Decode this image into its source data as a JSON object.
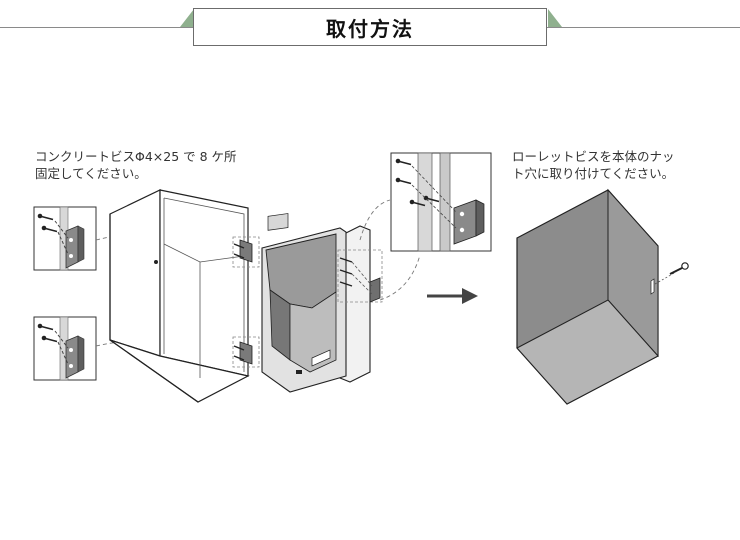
{
  "title": "取付方法",
  "instructions": {
    "left_line1": "コンクリートビスΦ4×25 で 8 ケ所",
    "left_line2": "固定してください。",
    "right_line1": "ローレットビスを本体のナッ",
    "right_line2": "ト穴に取り付けてください。"
  },
  "colors": {
    "accent": "#8fb08e",
    "box_gray": "#8c8c8c",
    "line_gray": "#555555"
  }
}
